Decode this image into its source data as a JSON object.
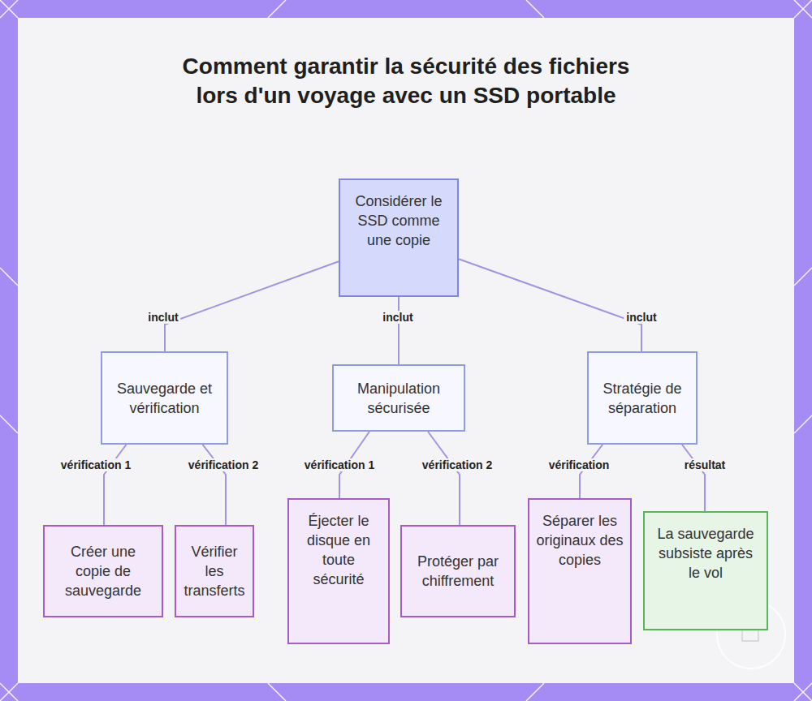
{
  "diagram": {
    "title": "Comment garantir la sécurité des fichiers lors d'un voyage avec un SSD portable",
    "nodes": [
      {
        "text": [
          "Considérer le SSD comme une copie"
        ]
      },
      {
        "text": [
          "Sauvegarde et vérification"
        ]
      },
      {
        "text": [
          "Manipulation sécurisée"
        ]
      },
      {
        "text": [
          "Stratégie de séparation"
        ]
      },
      {
        "text": [
          "Créer une copie de sauvegarde"
        ]
      },
      {
        "text": [
          "Vérifier les transferts"
        ]
      },
      {
        "text": [
          "Éjecter le disque en toute sécurité"
        ]
      },
      {
        "text": [
          "Protéger par chiffrement"
        ]
      },
      {
        "text": [
          "Séparer les originaux des copies"
        ]
      },
      {
        "text": [
          "La sauvegarde subsiste après le vol"
        ]
      }
    ],
    "edges": [
      {
        "from": 0,
        "to": 1,
        "label": "inclut",
        "arrow": "none"
      },
      {
        "from": 0,
        "to": 2,
        "label": "inclut",
        "arrow": "none"
      },
      {
        "from": 0,
        "to": 3,
        "label": "inclut",
        "arrow": "none"
      },
      {
        "from": 1,
        "to": 4,
        "label": "vérification 1",
        "arrow": "none"
      },
      {
        "from": 1,
        "to": 5,
        "label": "vérification 2",
        "arrow": "none"
      },
      {
        "from": 2,
        "to": 6,
        "label": "vérification 1",
        "arrow": "none"
      },
      {
        "from": 2,
        "to": 7,
        "label": "vérification 2",
        "arrow": "none"
      },
      {
        "from": 3,
        "to": 8,
        "label": "vérification",
        "arrow": "none"
      },
      {
        "from": 3,
        "to": 9,
        "label": "résultat",
        "arrow": "none"
      }
    ]
  }
}
